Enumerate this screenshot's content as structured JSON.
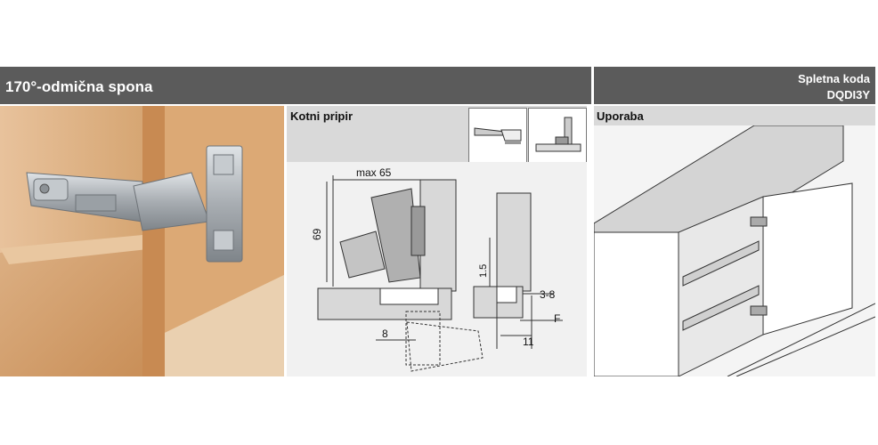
{
  "header": {
    "title": "170°-odmična spona",
    "web_code_label": "Spletna koda",
    "web_code_value": "DQDI3Y"
  },
  "panels": {
    "mounting_label": "Kotni pripir",
    "usage_label": "Uporaba"
  },
  "drawing": {
    "dim_max": "max 65",
    "dim_height": "69",
    "dim_eight": "8",
    "dim_one_five": "1.5",
    "dim_three_eight": "3-8",
    "dim_f": "F",
    "dim_eleven": "11"
  },
  "colors": {
    "header_bg": "#5b5b5b",
    "panel_gray": "#d9d9d9",
    "wood": "#d9a878"
  }
}
